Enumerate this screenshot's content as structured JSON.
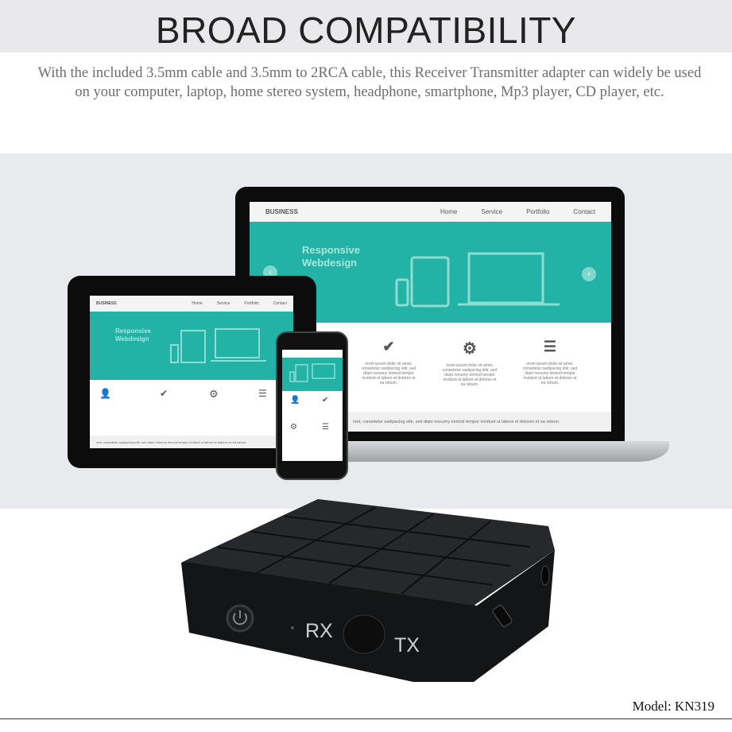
{
  "header": {
    "title": "BROAD COMPATIBILITY"
  },
  "description": {
    "line1": "With the included 3.5mm cable and 3.5mm to 2RCA cable, this Receiver Transmitter adapter can widely be used",
    "line2": "on your computer, laptop, home stereo system, headphone, smartphone, Mp3 player, CD player, etc."
  },
  "mockup": {
    "brand": "BUSINESS",
    "nav": [
      "Home",
      "Service",
      "Portfolio",
      "Contact"
    ],
    "hero_line1": "Responsive",
    "hero_line2": "Webdesign",
    "feature_text": "orem ipsum dolor sit amet, consetetur sadipscing elitr, sed diam nonumy eirmod tempor invidunt ut labore et dolores et ea rebum.",
    "footer_text": "met, consetetur sadipscing elitr, sed diam nonumy eirmod tempor invidunt ut labore et  dolores et ea rebum.",
    "accent": "#22b3a6"
  },
  "product": {
    "switch_left": "RX",
    "switch_right": "TX",
    "body_color": "#1b1c1e"
  },
  "model": "Model: KN319"
}
